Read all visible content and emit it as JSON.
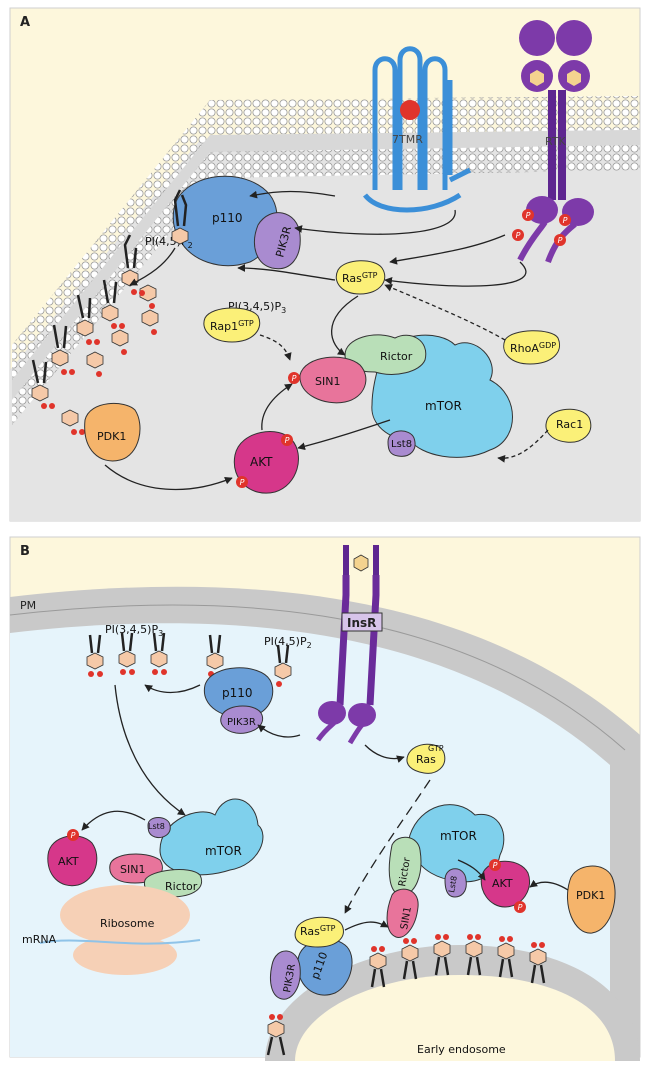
{
  "panel_a": {
    "label": "A",
    "receptor_7tmr": "7TMR",
    "receptor_rtk": "RTK",
    "p110": "p110",
    "pik3r": "PIK3R",
    "pip2": "PI(4,5)P",
    "pip2_sub": "2",
    "pip3": "PI(3,4,5)P",
    "pip3_sub": "3",
    "ras": "Ras",
    "ras_sup": "GTP",
    "rap1": "Rap1",
    "rap1_sup": "GTP",
    "rhoa": "RhoA",
    "rhoa_sup": "GDP",
    "rac1": "Rac1",
    "sin1": "SIN1",
    "rictor": "Rictor",
    "mtor": "mTOR",
    "lst8": "Lst8",
    "akt": "AKT",
    "pdk1": "PDK1",
    "phospho": "P"
  },
  "panel_b": {
    "label": "B",
    "pm": "PM",
    "insr": "InsR",
    "pip3": "PI(3,4,5)P",
    "pip3_sub": "3",
    "pip2": "PI(4,5)P",
    "pip2_sub": "2",
    "p110": "p110",
    "pik3r": "PIK3R",
    "ras": "Ras",
    "ras_sup": "GTP",
    "lst8": "Lst8",
    "mtor": "mTOR",
    "akt": "AKT",
    "sin1": "SIN1",
    "rictor": "Rictor",
    "ribosome": "Ribosome",
    "mrna": "mRNA",
    "pdk1": "PDK1",
    "early_endosome": "Early endosome",
    "phospho": "P"
  },
  "colors": {
    "background": "#fdf7dc",
    "membrane": "#c9c9c9",
    "cytosol_a": "#e6e6e6",
    "cytosol_b": "#e6f4fb",
    "p110": "#6a9fd8",
    "pik3r": "#a98bd0",
    "mtor": "#7fd0ec",
    "rictor": "#b9dfb8",
    "sin1": "#e8749b",
    "akt": "#d6378a",
    "pdk1": "#f5b46b",
    "ras": "#fbf078",
    "receptor_rtk": "#6a2b9a",
    "receptor_7tmr": "#3b8fd8",
    "phospho": "#e0342b",
    "ribosome": "#f6d0b6"
  }
}
